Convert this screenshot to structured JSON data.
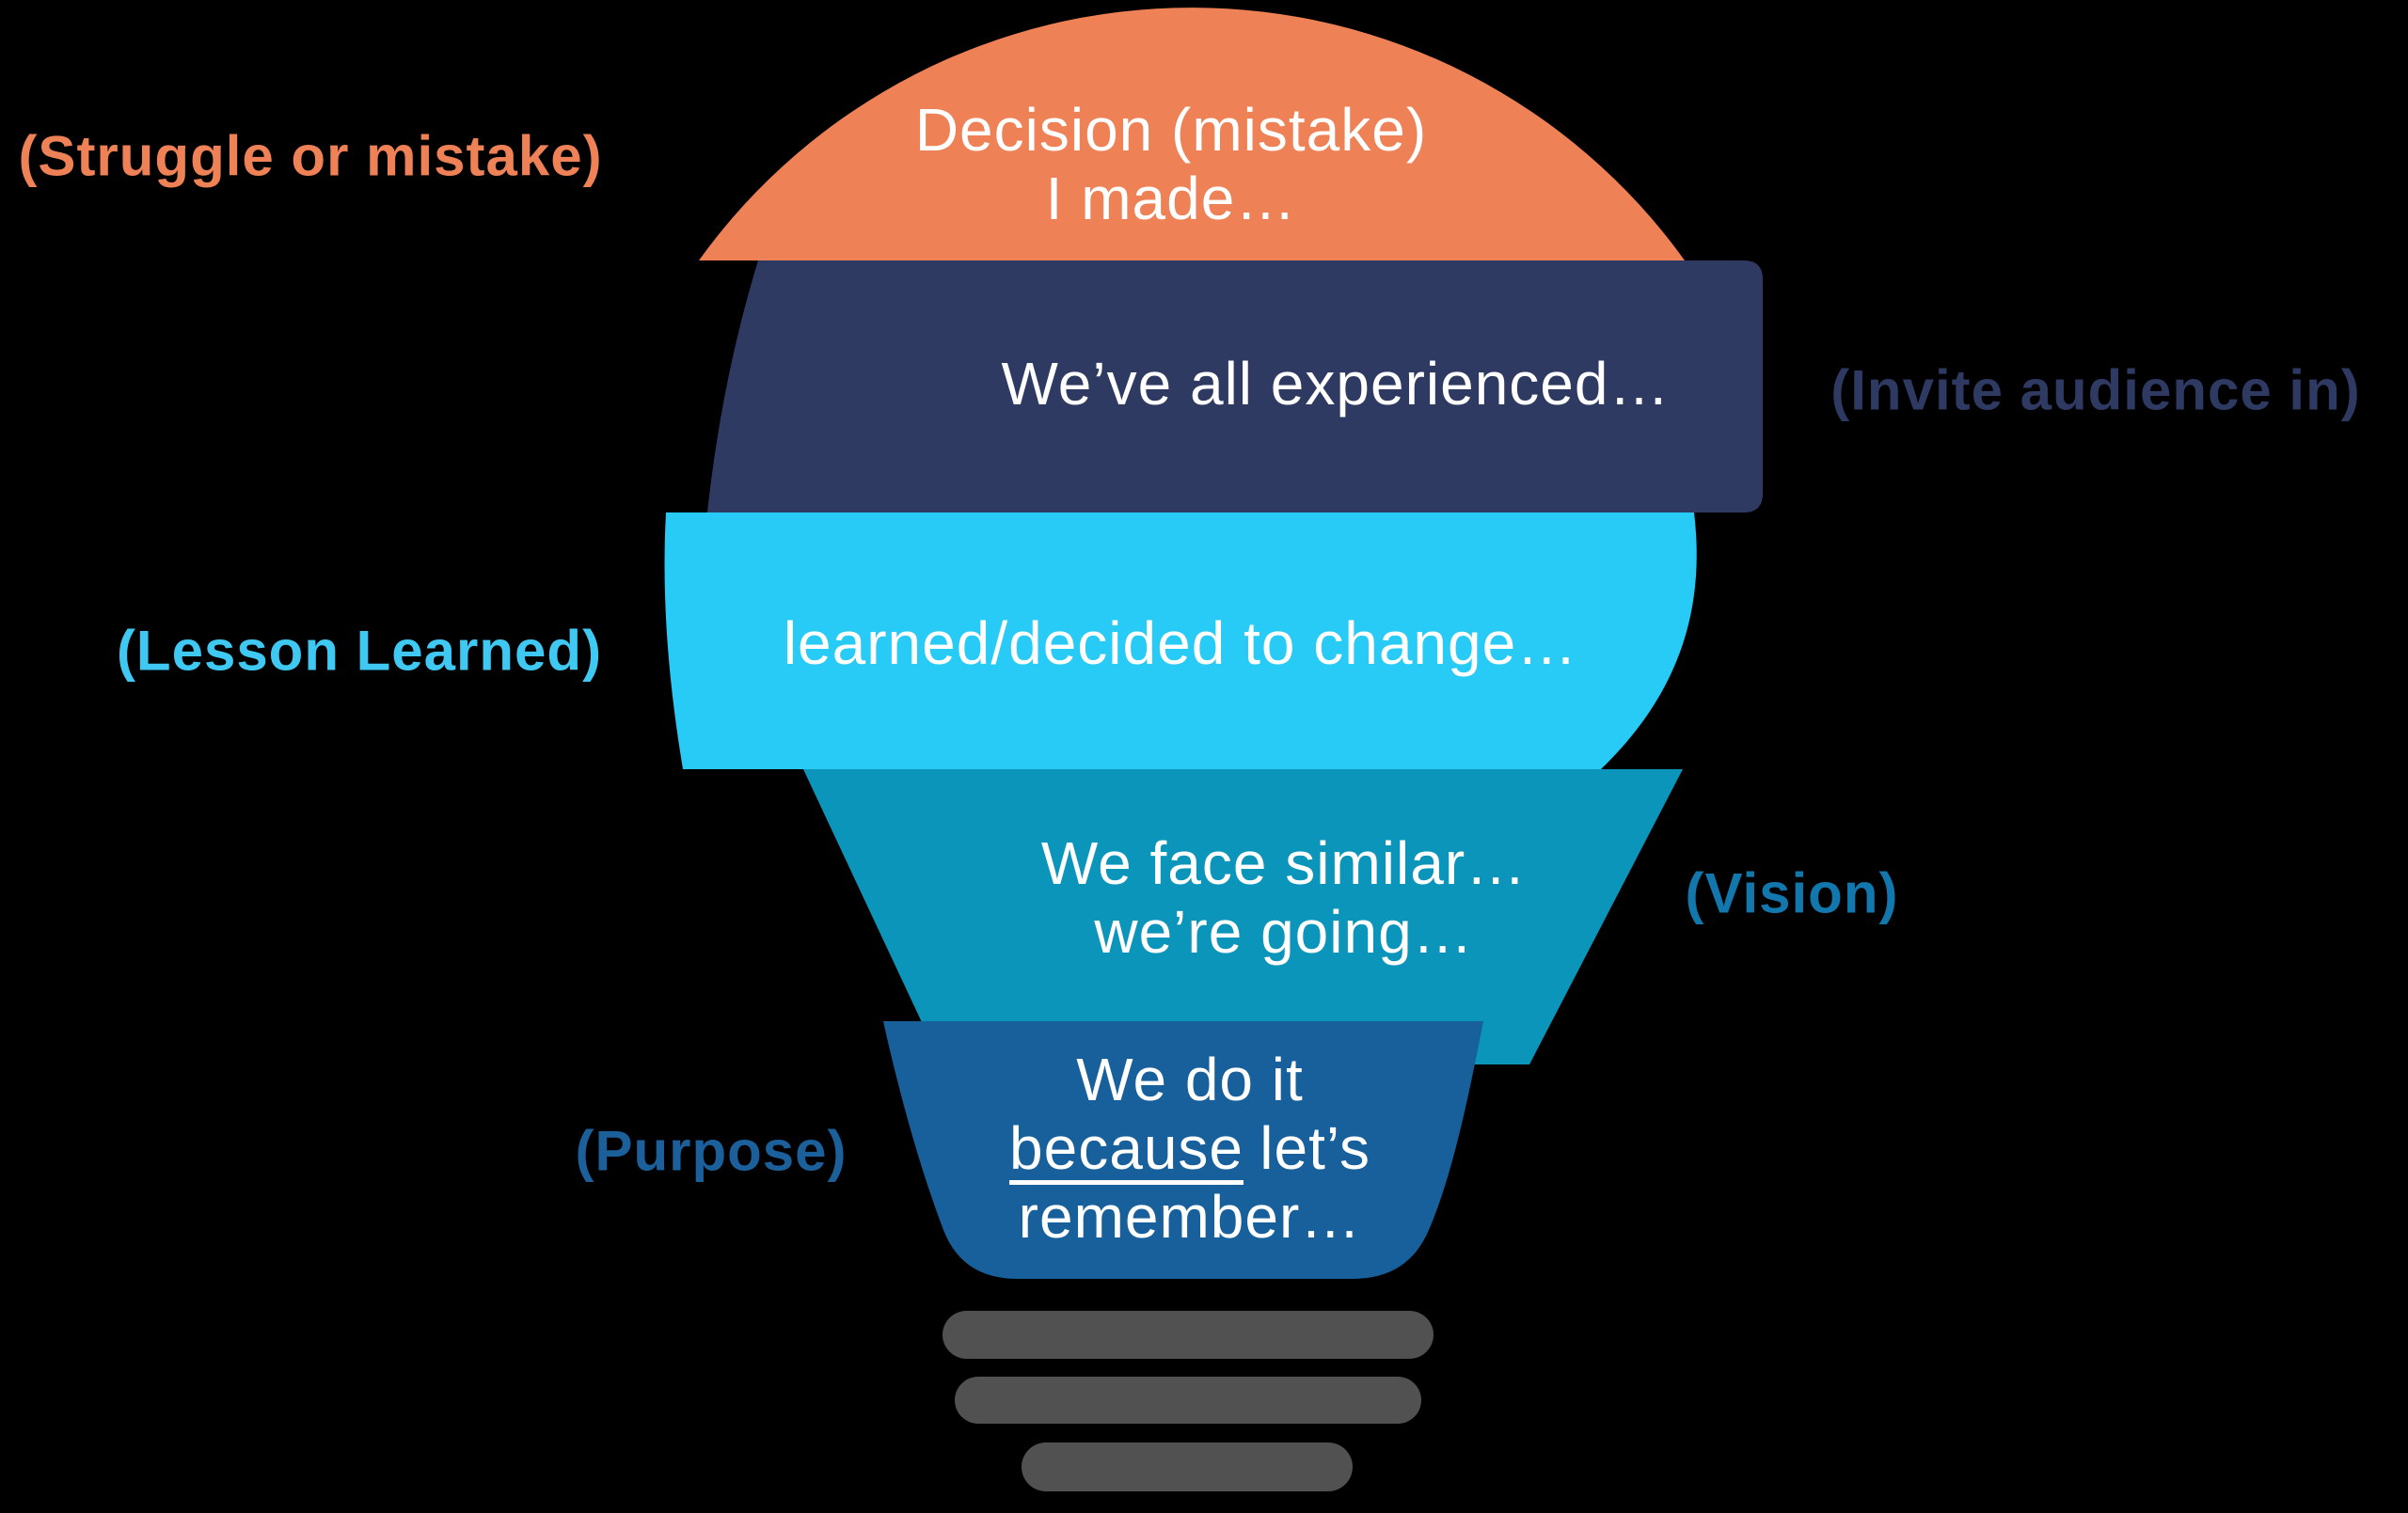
{
  "colors": {
    "background": "#000000",
    "orange": "#EE8155",
    "navy": "#2E3A62",
    "cyan": "#28CAF6",
    "teal": "#0C95BA",
    "blue": "#17609B",
    "gray": "#515151",
    "text_white": "#FFFFFF",
    "label_orange": "#EE8155",
    "label_navy": "#2E3A62",
    "label_cyan": "#3FC9F2",
    "label_teal": "#1177AC",
    "label_blue": "#1B609B"
  },
  "segments": {
    "struggle": {
      "label": "(Struggle or mistake)",
      "line1": "Decision (mistake)",
      "line2": "I made…"
    },
    "invite": {
      "label": "(Invite audience in)",
      "line1": "We’ve all experienced…"
    },
    "lesson": {
      "label": "(Lesson Learned)",
      "line1": "learned/decided to change…"
    },
    "vision": {
      "label": "(Vision)",
      "line1": "We face similar…",
      "line2": "we’re going…"
    },
    "purpose": {
      "label": "(Purpose)",
      "line1": "We do it",
      "line2_underlined": "because",
      "line2_rest": "let’s",
      "line3": "remember…"
    }
  }
}
